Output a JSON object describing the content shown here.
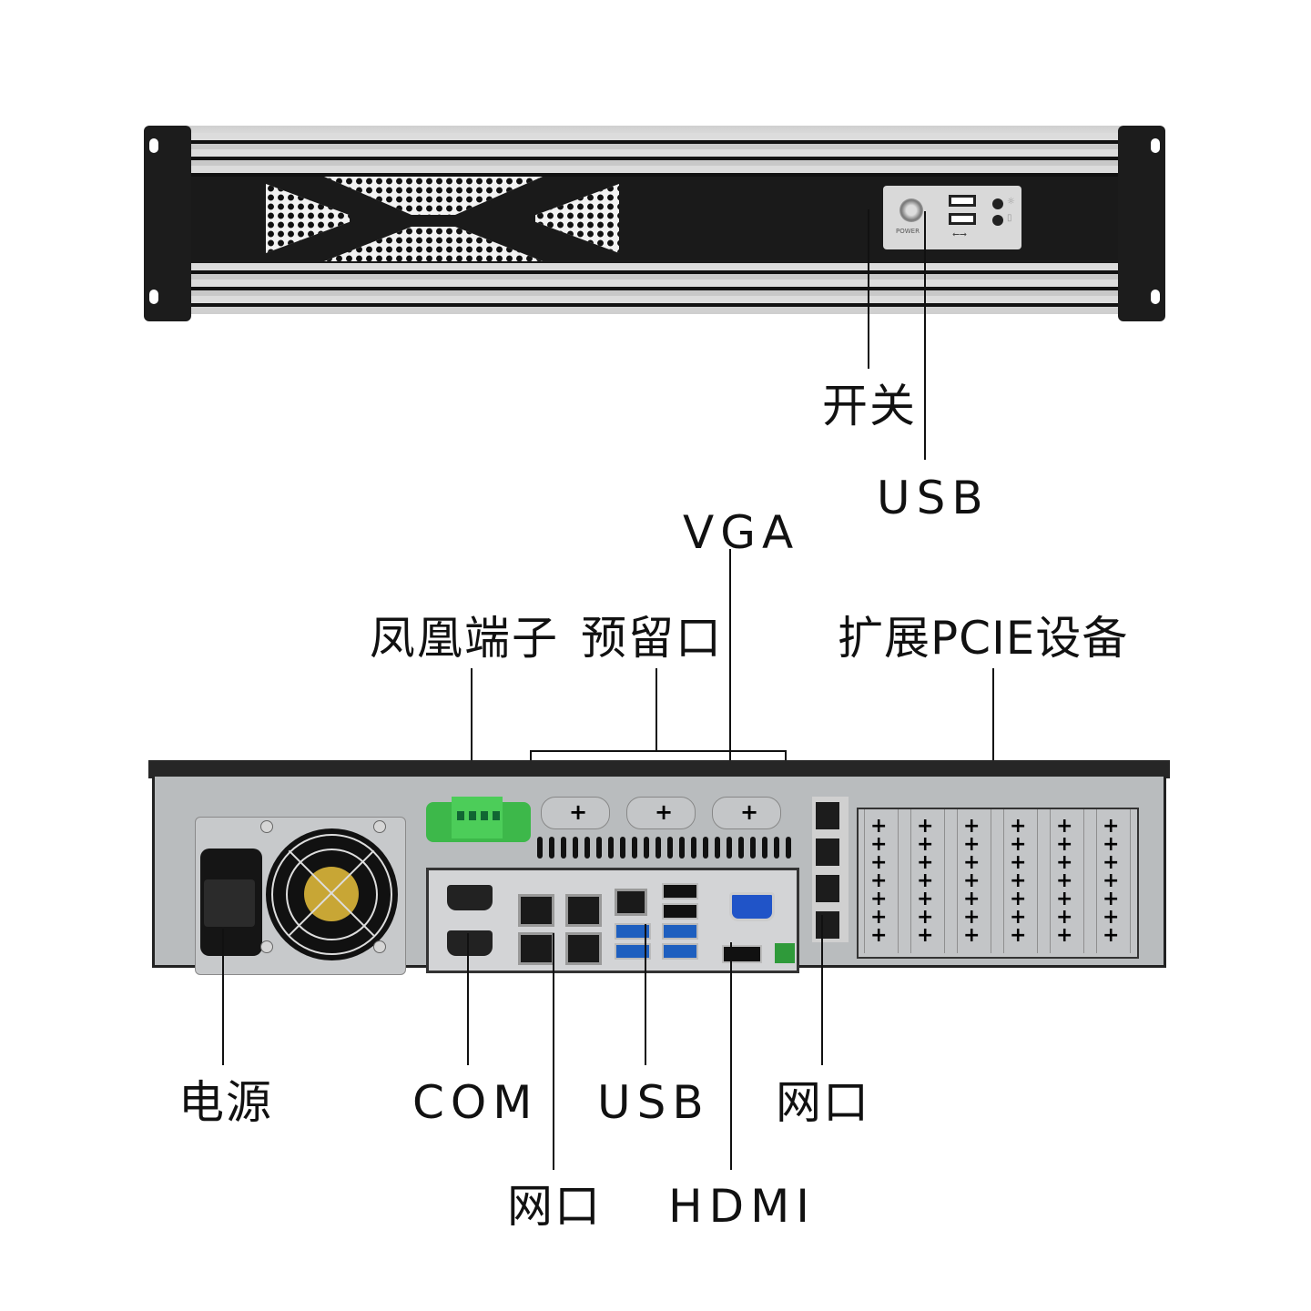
{
  "diagram": {
    "subject": "2U rack-mount industrial computer chassis",
    "front_view": {
      "panel_text": {
        "power_button_caption": "POWER"
      },
      "callouts": [
        {
          "id": "switch",
          "label": "开关"
        },
        {
          "id": "front-usb",
          "label": "USB"
        }
      ]
    },
    "rear_view": {
      "callouts_top": [
        {
          "id": "phoenix-terminal",
          "label": "凤凰端子"
        },
        {
          "id": "reserved-ports",
          "label": "预留口"
        },
        {
          "id": "vga",
          "label": "VGA"
        },
        {
          "id": "pcie-expansion",
          "label": "扩展PCIE设备"
        }
      ],
      "callouts_bottom": [
        {
          "id": "power",
          "label": "电源"
        },
        {
          "id": "com",
          "label": "COM"
        },
        {
          "id": "lan-onboard",
          "label": "网口"
        },
        {
          "id": "rear-usb",
          "label": "USB"
        },
        {
          "id": "hdmi",
          "label": "HDMI"
        },
        {
          "id": "lan-addon",
          "label": "网口"
        }
      ],
      "pcie_slot_count": 6
    },
    "colors": {
      "line": "#111111",
      "chassis_dark": "#1a1a1a",
      "chassis_metal": "#b9bcbe",
      "phoenix_green": "#3db84a",
      "usb3_blue": "#1e5fbf",
      "vga_blue": "#2054c8"
    }
  }
}
